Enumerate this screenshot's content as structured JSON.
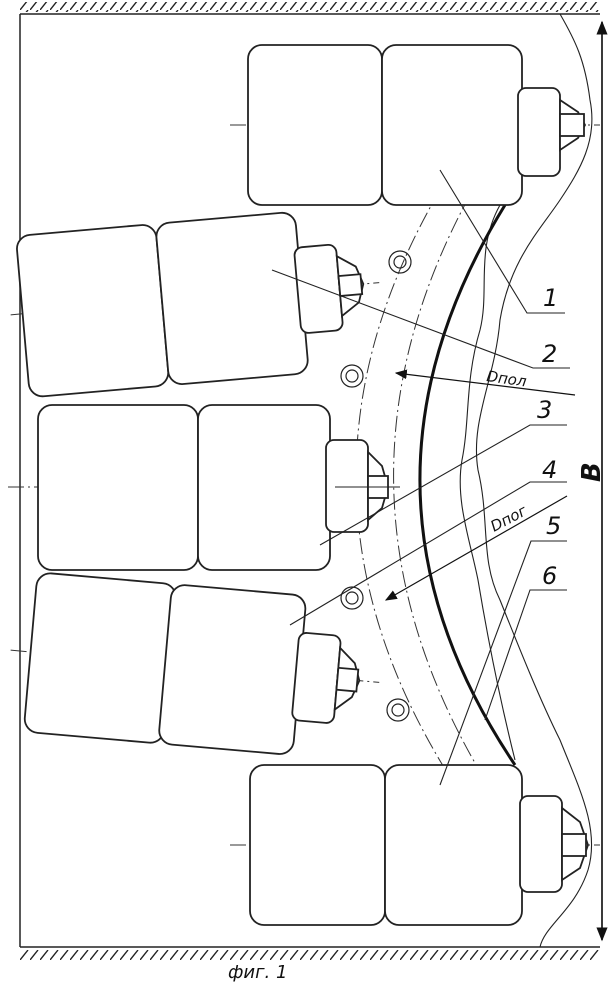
{
  "labels": {
    "pos1": "1",
    "pos2": "2",
    "pos3": "3",
    "pos4": "4",
    "pos5": "5",
    "pos6": "6",
    "d_pol": "Dпол",
    "d_pog": "Dпог",
    "width_b": "B",
    "caption": "фиг. 1"
  }
}
